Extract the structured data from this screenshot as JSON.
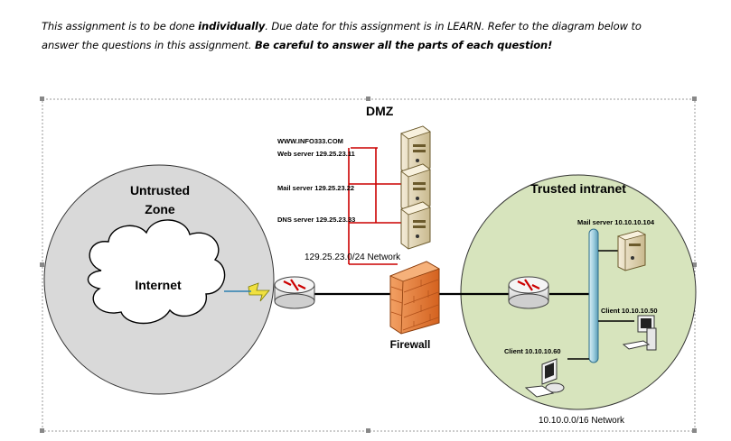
{
  "instructions": {
    "line1": {
      "part1": "This assignment is to be done ",
      "part2": "individually",
      "part3": ". Due date for this assignment is in LEARN. Refer to the diagram below to"
    },
    "line2": {
      "part1": "answer the questions in this assignment.  ",
      "part2": "Be careful to answer all the parts of each question!"
    }
  },
  "diagram": {
    "dmz_label": "DMZ",
    "untrusted_line1": "Untrusted",
    "untrusted_line2": "Zone",
    "internet_label": "Internet",
    "trusted_label": "Trusted intranet",
    "firewall_label": "Firewall",
    "dmz_network_label": "129.25.23.0/24  Network",
    "intranet_network_label": "10.10.0.0/16 Network",
    "web_site": "WWW.INFO333.COM",
    "web_server": "Web  server 129.25.23.11",
    "mail_server_dmz": "Mail server 129.25.23.22",
    "dns_server": "DNS server 129.25.23.33",
    "mail_server_internal": "Mail server 10.10.10.104",
    "client_50": "Client 10.10.10.50",
    "client_60": "Client 10.10.10.60",
    "colors": {
      "untrusted_fill": "#d9d9d9",
      "trusted_fill": "#d7e4bd",
      "firewall": "#e8823a",
      "dmz_links": "#cc0000",
      "backbone": "#b7dde8"
    }
  }
}
